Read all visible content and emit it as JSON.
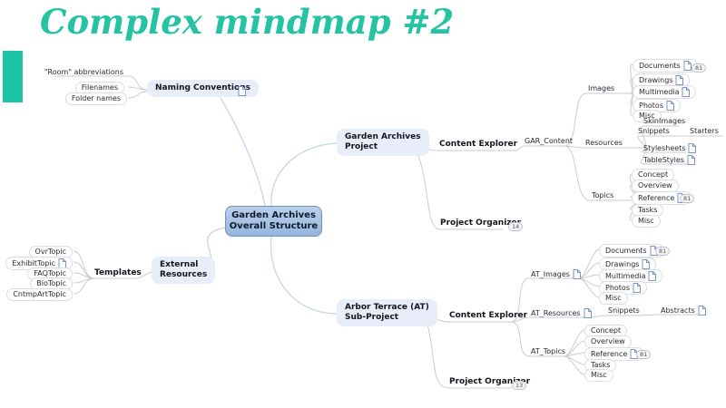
{
  "title": "Complex mindmap #2",
  "colors": {
    "accent": "#1cc6a4",
    "central_fill": "#a9c4e4",
    "branch_fill": "#e7edf9"
  },
  "root": {
    "line1": "Garden Archives",
    "line2": "Overall Structure"
  },
  "naming": {
    "label": "Naming Conventions",
    "children": [
      "\"Room\" abbreviations",
      "Filenames",
      "Folder names"
    ]
  },
  "external": {
    "line1": "External",
    "line2": "Resources",
    "templates": "Templates",
    "template_children": [
      "OvrTopic",
      "ExhibitTopic",
      "FAQTopic",
      "BioTopic",
      "CntmpArtTopic"
    ]
  },
  "gar": {
    "line1": "Garden Archives",
    "line2": "Project",
    "content_explorer": "Content Explorer",
    "gar_content": "GAR_Content",
    "images": "Images",
    "images_children": [
      "Documents",
      "Drawings",
      "Multimedia",
      "Photos",
      "Misc"
    ],
    "documents_badge": "81",
    "resources": "Resources",
    "skinimages": "SkinImages",
    "snippets": "Snippets",
    "starters": "Starters",
    "stylesheets": "Stylesheets",
    "tablestyles": "TableStyles",
    "topics": "Topics",
    "topics_children": [
      "Concept",
      "Overview",
      "Reference",
      "Tasks",
      "Misc"
    ],
    "reference_badge": "81",
    "project_organizer": "Project Organizer",
    "organizer_badge": "14"
  },
  "at": {
    "line1": "Arbor Terrace (AT)",
    "line2": "Sub-Project",
    "content_explorer": "Content Explorer",
    "at_images": "AT_Images",
    "images_children": [
      "Documents",
      "Drawings",
      "Multimedia",
      "Photos",
      "Misc"
    ],
    "documents_badge": "81",
    "at_resources": "AT_Resources",
    "snippets": "Snippets",
    "abstracts": "Abstracts",
    "at_topics": "AT_Topics",
    "topics_children": [
      "Concept",
      "Overview",
      "Reference",
      "Tasks",
      "Misc"
    ],
    "reference_badge": "81",
    "project_organizer": "Project Organizer",
    "organizer_badge": "13"
  }
}
